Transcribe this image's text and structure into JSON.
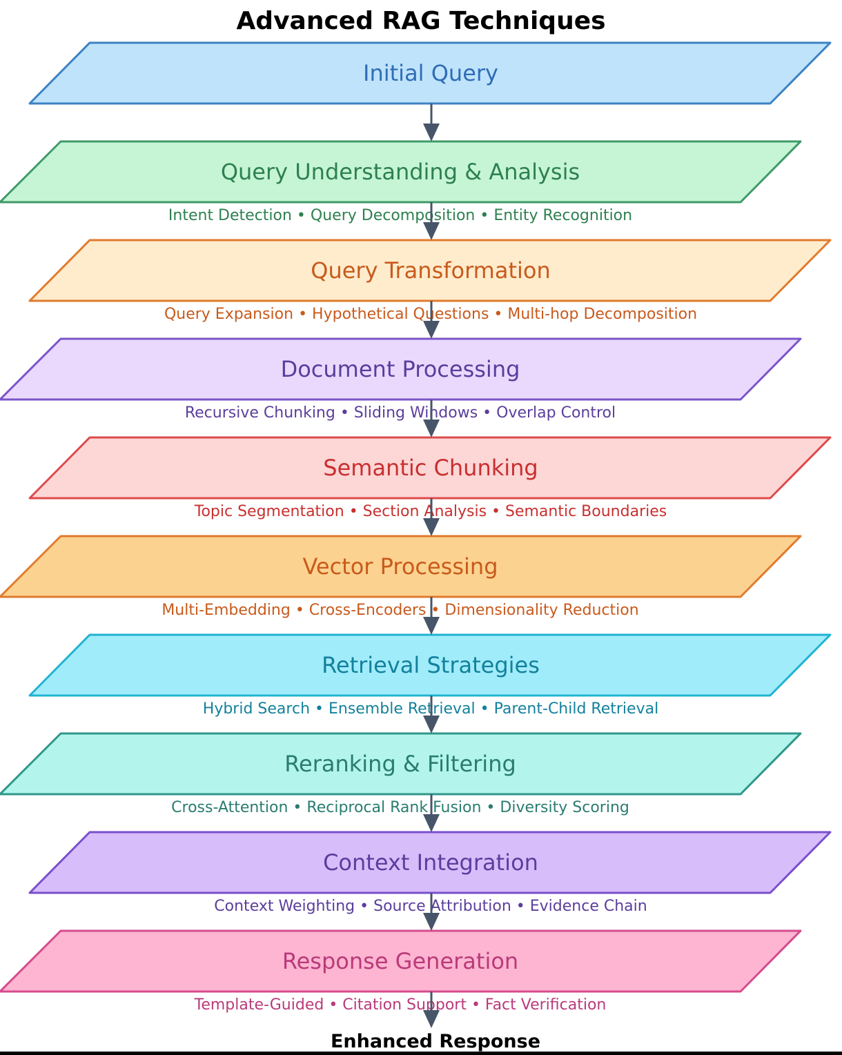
{
  "title": "Advanced RAG Techniques",
  "final_output": "Enhanced Response",
  "arrow_color": "#475569",
  "stages": [
    {
      "label": "Initial Query",
      "subtitle": "",
      "fill": "#bfe3fb",
      "stroke": "#3b82c4",
      "text_color": "#2f6db5"
    },
    {
      "label": "Query Understanding & Analysis",
      "subtitle": "Intent Detection • Query Decomposition • Entity Recognition",
      "fill": "#c6f5d6",
      "stroke": "#3f9a68",
      "text_color": "#2e8050"
    },
    {
      "label": "Query Transformation",
      "subtitle": "Query Expansion • Hypothetical Questions • Multi-hop Decomposition",
      "fill": "#feeccc",
      "stroke": "#e07b2e",
      "text_color": "#c85a1c"
    },
    {
      "label": "Document Processing",
      "subtitle": "Recursive Chunking • Sliding Windows • Overlap Control",
      "fill": "#ead9fd",
      "stroke": "#7b55c9",
      "text_color": "#5a3e9c"
    },
    {
      "label": "Semantic Chunking",
      "subtitle": "Topic Segmentation • Section Analysis • Semantic Boundaries",
      "fill": "#fdd6d6",
      "stroke": "#dd4a4a",
      "text_color": "#c8302f"
    },
    {
      "label": "Vector Processing",
      "subtitle": "Multi-Embedding • Cross-Encoders • Dimensionality Reduction",
      "fill": "#fcd290",
      "stroke": "#e07b2e",
      "text_color": "#c85a1c"
    },
    {
      "label": "Retrieval Strategies",
      "subtitle": "Hybrid Search • Ensemble Retrieval • Parent-Child Retrieval",
      "fill": "#a1ecfb",
      "stroke": "#1fb3d2",
      "text_color": "#13819c"
    },
    {
      "label": "Reranking & Filtering",
      "subtitle": "Cross-Attention • Reciprocal Rank Fusion • Diversity Scoring",
      "fill": "#b3f5ec",
      "stroke": "#2f9688",
      "text_color": "#2a7c70"
    },
    {
      "label": "Context Integration",
      "subtitle": "Context Weighting • Source Attribution • Evidence Chain",
      "fill": "#d8bdfb",
      "stroke": "#7a4fcc",
      "text_color": "#5a3e9c"
    },
    {
      "label": "Response Generation",
      "subtitle": "Template-Guided • Citation Support • Fact Verification",
      "fill": "#fdb5d1",
      "stroke": "#d54b8d",
      "text_color": "#b93a7a"
    }
  ]
}
